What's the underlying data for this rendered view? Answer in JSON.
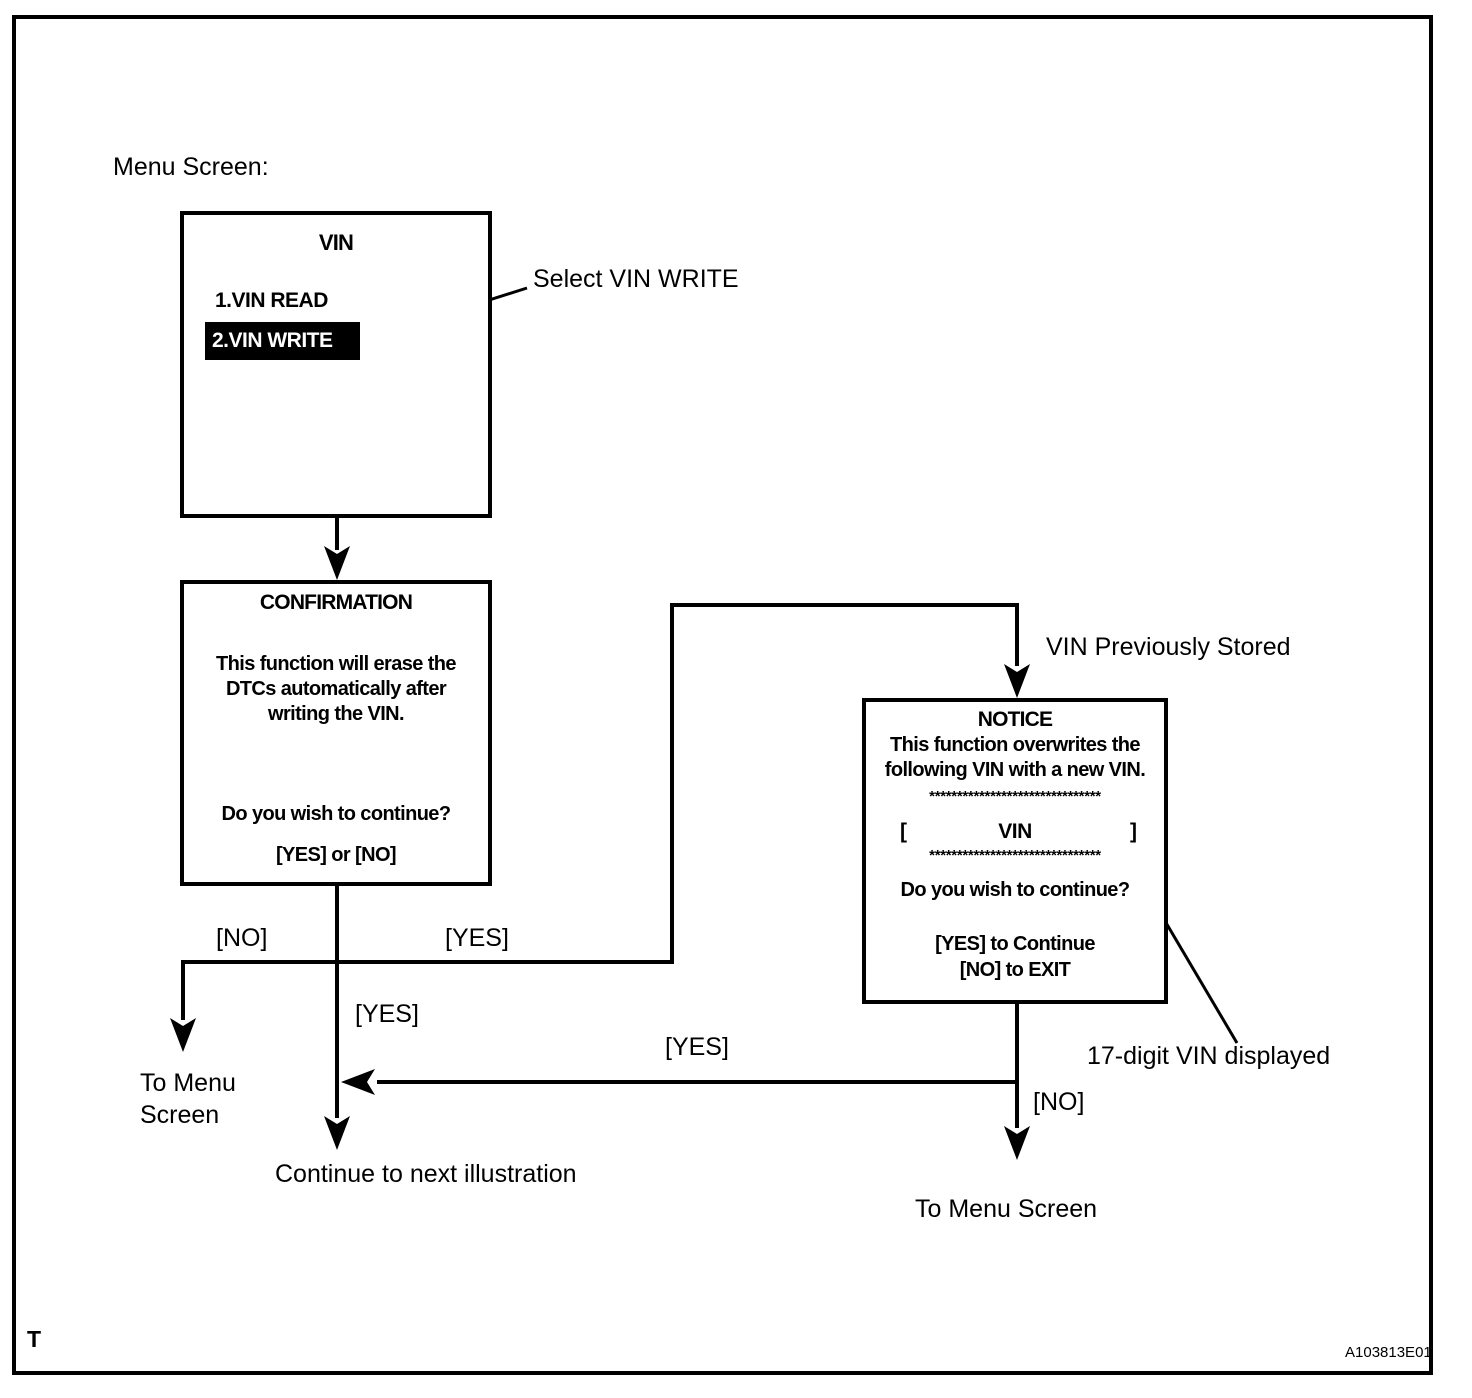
{
  "labels": {
    "menu_screen": "Menu Screen:",
    "select_vin_write": "Select VIN WRITE",
    "vin_previously_stored": "VIN Previously Stored",
    "seventeen_digit_vin_displayed": "17-digit VIN displayed",
    "to_menu_left_line1": "To Menu",
    "to_menu_left_line2": "Screen",
    "continue_to_next": "Continue to next illustration",
    "to_menu_right": "To Menu Screen",
    "footer_mark": "T",
    "figure_code": "A103813E01"
  },
  "vin_screen": {
    "title": "VIN",
    "item_read": "1.VIN READ",
    "item_write": "2.VIN WRITE"
  },
  "confirmation_screen": {
    "title": "CONFIRMATION",
    "body_line1": "This function will erase the",
    "body_line2": "DTCs automatically after",
    "body_line3": "writing the VIN.",
    "question": "Do you wish to continue?",
    "options": "[YES] or [NO]"
  },
  "notice_screen": {
    "title": "NOTICE",
    "body_line1": "This function overwrites the",
    "body_line2": "following VIN with a new VIN.",
    "stars_top": "*******************************",
    "bracket_open": "[",
    "vin_placeholder": "VIN",
    "bracket_close": "]",
    "stars_bottom": "*******************************",
    "question": "Do you wish to continue?",
    "yes_action": "[YES] to Continue",
    "no_action": "[NO] to EXIT"
  },
  "branches": {
    "confirm_no": "[NO]",
    "confirm_yes_stored": "[YES]",
    "confirm_yes_continue": "[YES]",
    "notice_yes": "[YES]",
    "notice_no": "[NO]"
  }
}
